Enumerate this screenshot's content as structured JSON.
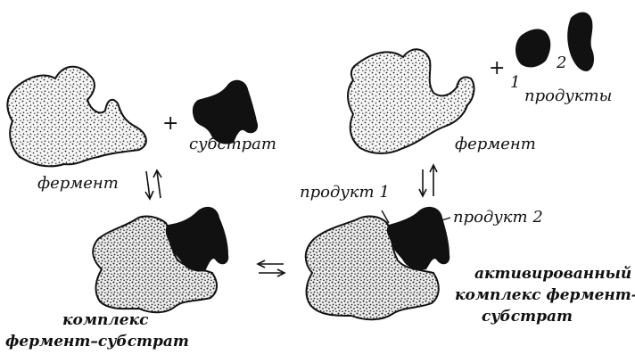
{
  "labels": {
    "enzyme_left": "фермент",
    "substrate": "субстрат",
    "complex_line1": "комплекс",
    "complex_line2": "фермент–субстрат",
    "product1": "продукт 1",
    "product2": "продукт 2",
    "activated_line1": "активированный",
    "activated_line2": "комплекс фермент–",
    "activated_line3": "субстрат",
    "enzyme_right": "фермент",
    "products": "продукты",
    "num1": "1",
    "num2": "2",
    "plus": "+"
  },
  "colors": {
    "enzyme_fill": "#e8e8e8",
    "dots": "#222222",
    "substrate": "#111111",
    "text": "#111111"
  }
}
